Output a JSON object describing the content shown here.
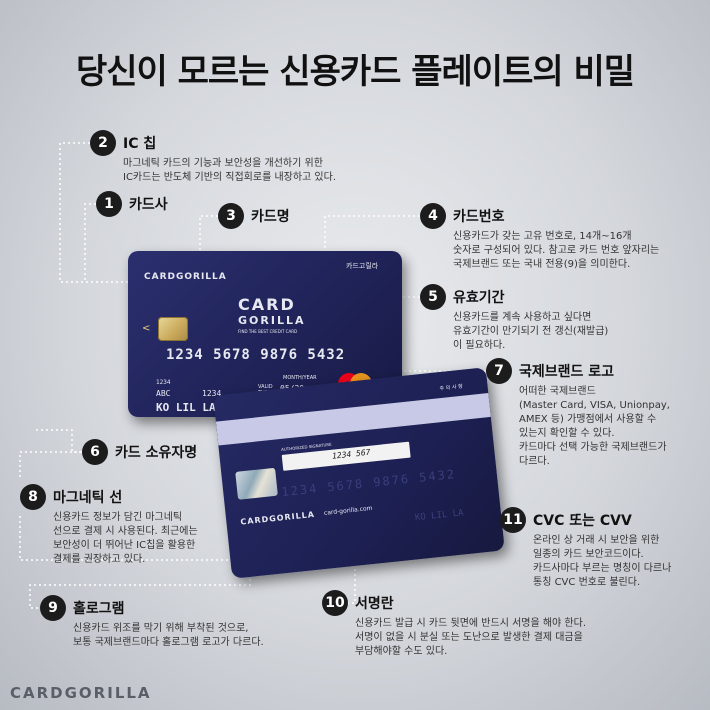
{
  "title": "당신이 모르는 신용카드 플레이트의 비밀",
  "annotations": [
    {
      "num": "1",
      "label": "카드사",
      "desc": ""
    },
    {
      "num": "2",
      "label": "IC 칩",
      "desc": "마그네틱 카드의 기능과 보안성을 개선하기 위한\nIC카드는 반도체 기반의 직접회로를 내장하고 있다."
    },
    {
      "num": "3",
      "label": "카드명",
      "desc": ""
    },
    {
      "num": "4",
      "label": "카드번호",
      "desc": "신용카드가 갖는 고유 번호로, 14개~16개\n숫자로 구성되어 있다. 참고로 카드 번호 앞자리는\n국제브랜드 또는 국내 전용(9)을 의미한다."
    },
    {
      "num": "5",
      "label": "유효기간",
      "desc": "신용카드를 계속 사용하고 싶다면\n유효기간이 만기되기 전 갱신(재발급)\n이 필요하다."
    },
    {
      "num": "6",
      "label": "카드 소유자명",
      "desc": ""
    },
    {
      "num": "7",
      "label": "국제브랜드 로고",
      "desc": "어떠한 국제브랜드\n(Master Card, VISA, Unionpay,\nAMEX 등) 가맹점에서 사용할 수\n있는지 확인할 수 있다.\n카드마다 선택 가능한 국제브랜드가\n다르다."
    },
    {
      "num": "8",
      "label": "마그네틱 선",
      "desc": "신용카드 정보가 담긴 마그네틱\n선으로 결제 시 사용된다. 최근에는\n보안성이 더 뛰어난 IC칩을 활용한\n결제를 권장하고 있다."
    },
    {
      "num": "9",
      "label": "홀로그램",
      "desc": "신용카드 위조를 막기 위해 부착된 것으로,\n보통 국제브랜드마다 홀로그램 로고가 다르다."
    },
    {
      "num": "10",
      "label": "서명란",
      "desc": "신용카드 발급 시 카드 뒷면에 반드시 서명을 해야 한다.\n서명이 없을 시 분실 또는 도난으로 발생한 결제 대금을\n부담해야할 수도 있다."
    },
    {
      "num": "11",
      "label": "CVC 또는 CVV",
      "desc": "온라인 상 거래 시 보안을 위한\n일종의 카드 보안코드이다.\n카드사마다 부르는 명칭이 다르나\n통칭 CVC 번호로 불린다."
    }
  ],
  "front_card": {
    "brand": "CARDGORILLA",
    "corner_label": "카드고릴라",
    "name_line1": "CARD",
    "name_line2": "GORILLA",
    "name_tag": "FIND THE BEST CREDIT CARD",
    "number": "1234  5678  9876  5432",
    "small_num": "1234",
    "abc": "ABC",
    "small_num2": "1234",
    "valid_label": "VALID\nTHRU",
    "month_year_label": "MONTH/YEAR",
    "expiry": "05/20",
    "holder": "KO LIL LA",
    "mc_label": "mastercard"
  },
  "back_card": {
    "top_label": "주 의 사 항",
    "sig_label": "AUTHORIZED SIGNATURE",
    "cvc": "1234 567",
    "ghost_number": "1234 5678 9876 5432",
    "brand": "CARDGORILLA",
    "url": "card-gorilla.com",
    "ghost_name": "KO LIL LA"
  },
  "footer_logo": "CARDGORILLA",
  "colors": {
    "card": "#1f2256",
    "badge": "#1c1c1c",
    "stripe": "#c8c9e6"
  }
}
